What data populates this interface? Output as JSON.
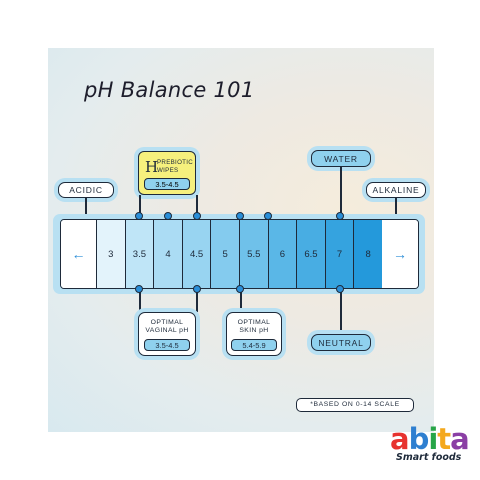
{
  "title": "pH Balance 101",
  "scale": {
    "left_arrow": "←",
    "right_arrow": "→",
    "values": [
      "3",
      "3.5",
      "4",
      "4.5",
      "5",
      "5.5",
      "6",
      "6.5",
      "7",
      "8"
    ],
    "colors": [
      "#e3f3fb",
      "#bfe5f7",
      "#abdcf4",
      "#98d4f1",
      "#84cbee",
      "#6fc1ea",
      "#5ab7e7",
      "#48ade3",
      "#35a3df",
      "#2499db"
    ]
  },
  "labels": {
    "acidic": "ACIDIC",
    "alkaline": "ALKALINE",
    "water": "WATER",
    "neutral": "NEUTRAL"
  },
  "prebiotic_wipes": {
    "logo": "H",
    "line1": "PREBIOTIC",
    "line2": "WIPES",
    "range": "3.5-4.5"
  },
  "optimal_vaginal": {
    "line1": "OPTIMAL",
    "line2": "VAGINAL pH",
    "range": "3.5-4.5"
  },
  "optimal_skin": {
    "line1": "OPTIMAL",
    "line2": "SKIN pH",
    "range": "5.4-5.9"
  },
  "footnote": "*BASED ON 0-14 SCALE",
  "brand": {
    "letters": [
      "a",
      "b",
      "i",
      "t",
      "a"
    ],
    "letter_colors": [
      "#e7332f",
      "#2e7fd0",
      "#27a548",
      "#f4a81c",
      "#8b3fa5"
    ],
    "tagline": "Smart foods"
  }
}
